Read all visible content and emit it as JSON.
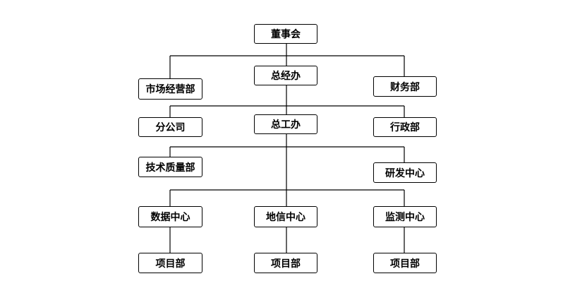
{
  "chart": {
    "board": "董事会",
    "gm_office": "总经办",
    "marketing": "市场经营部",
    "finance": "财务部",
    "branch": "分公司",
    "chief_engineer": "总工办",
    "admin": "行政部",
    "tech_quality": "技术质量部",
    "rnd": "研发中心",
    "data_center": "数据中心",
    "geo_info_center": "地信中心",
    "survey_center": "监测中心",
    "project_dept_1": "项目部",
    "project_dept_2": "项目部",
    "project_dept_3": "项目部"
  },
  "colors": {
    "line": "#000000",
    "border": "#000000",
    "text": "#000000",
    "background": "#ffffff"
  }
}
